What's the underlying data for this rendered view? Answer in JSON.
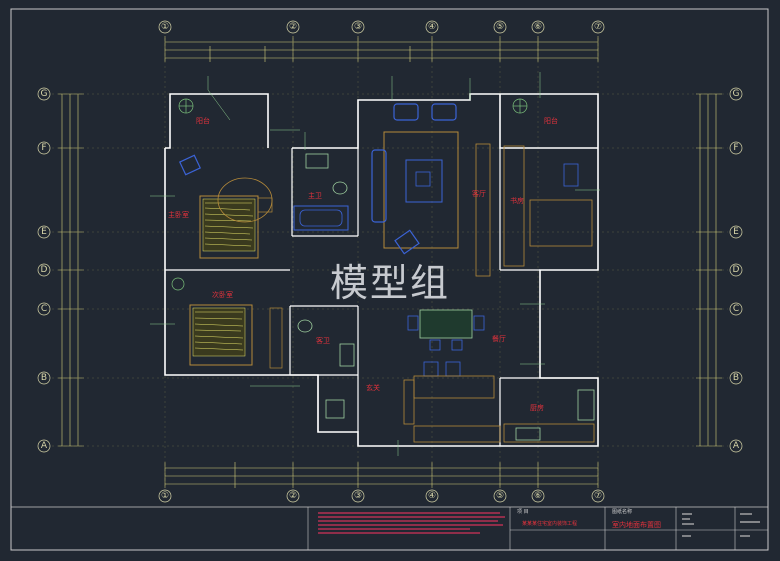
{
  "watermark": "模型组",
  "axis_numbers": [
    "①",
    "②",
    "③",
    "④",
    "⑤",
    "⑥",
    "⑦"
  ],
  "axis_letters": [
    "G",
    "F",
    "E",
    "D",
    "C",
    "B",
    "A"
  ],
  "rooms": {
    "balcony_left": "阳台",
    "master_bedroom": "主卧室",
    "second_bedroom": "次卧室",
    "main_bath": "主卫",
    "guest_bath": "客卫",
    "walk_in": "玄关",
    "living_room": "客厅",
    "dining_room": "餐厅",
    "kitchen": "厨房",
    "study": "书房",
    "balcony_right": "阳台"
  },
  "title_block": {
    "project_label": "项 目",
    "project_name": "某某某住宅室内装饰工程",
    "design_label": "图纸名称",
    "sheet_title": "室内地面布置图"
  },
  "colors": {
    "background": "#212832",
    "frame": "#c9c9c9",
    "walls": "#ffffff",
    "dimension": "#d6cf7a",
    "furniture": "#3b63d6",
    "wood": "#b58a3a",
    "room_label": "#e2323c",
    "notes": "#8fd08f",
    "hatch": "#e7e36a",
    "title_red": "#e2323c"
  }
}
